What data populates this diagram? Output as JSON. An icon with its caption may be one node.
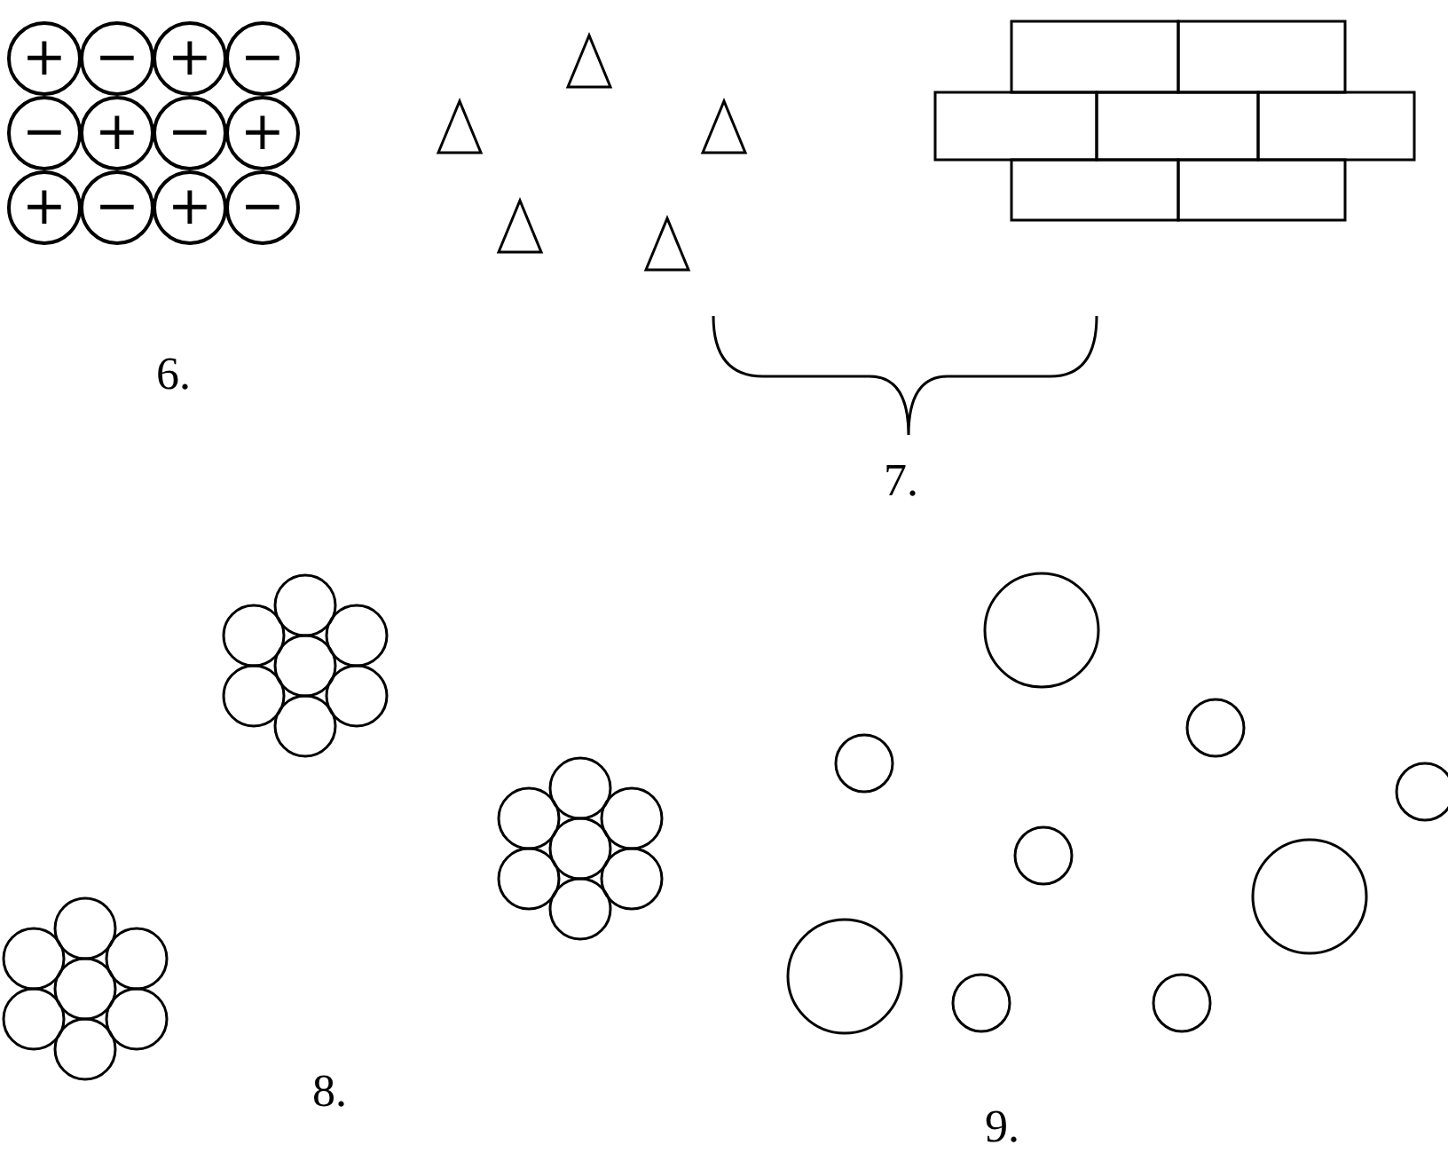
{
  "diagram": {
    "nodes": [
      {
        "text": [
          "+"
        ]
      },
      {
        "text": [
          "−"
        ]
      },
      {
        "text": [
          "+"
        ]
      },
      {
        "text": [
          "−"
        ]
      },
      {
        "text": [
          "−"
        ]
      },
      {
        "text": [
          "+"
        ]
      },
      {
        "text": [
          "−"
        ]
      },
      {
        "text": [
          "+"
        ]
      },
      {
        "text": [
          "+"
        ]
      },
      {
        "text": [
          "−"
        ]
      },
      {
        "text": [
          "+"
        ]
      },
      {
        "text": [
          "−"
        ]
      }
    ],
    "labels": [
      "6.",
      "7.",
      "8.",
      "9."
    ]
  }
}
